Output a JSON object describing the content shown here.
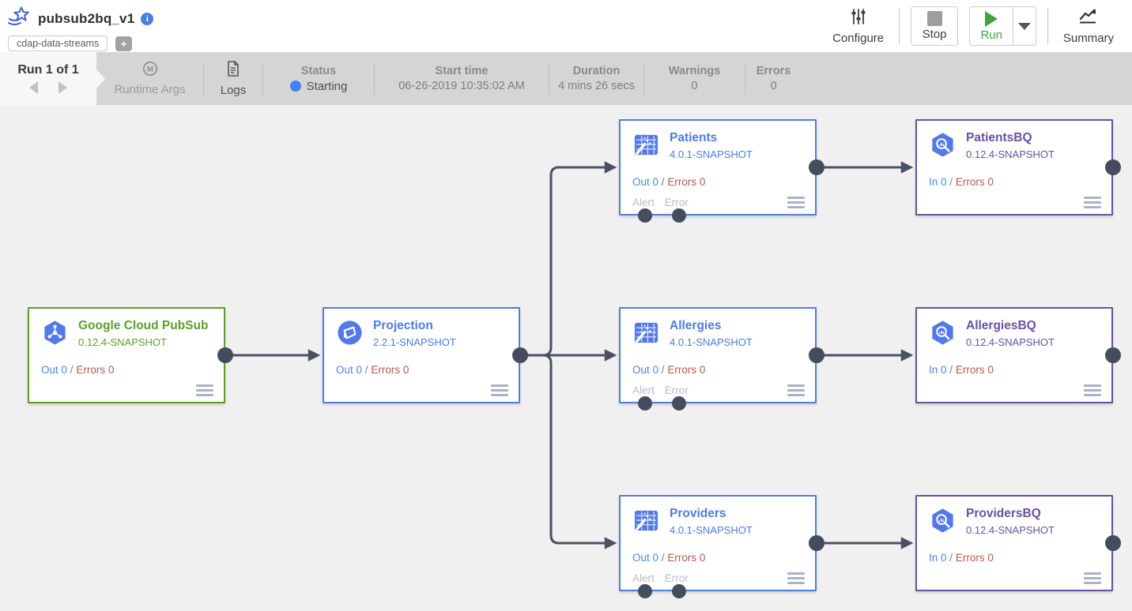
{
  "header": {
    "title": "pubsub2bq_v1",
    "tag": "cdap-data-streams",
    "add_tag": "+",
    "configure_label": "Configure",
    "stop_label": "Stop",
    "run_label": "Run",
    "summary_label": "Summary"
  },
  "run_bar": {
    "run_counter": "Run 1 of 1",
    "runtime_args_label": "Runtime Args",
    "logs_label": "Logs",
    "status_label": "Status",
    "status_value": "Starting",
    "start_time_label": "Start time",
    "start_time_value": "06-26-2019 10:35:02 AM",
    "duration_label": "Duration",
    "duration_value": "4 mins 26 secs",
    "warnings_label": "Warnings",
    "warnings_value": "0",
    "errors_label": "Errors",
    "errors_value": "0"
  },
  "colors": {
    "source_green": "#5c9e2e",
    "transform_blue": "#4c7ce0",
    "sink_purple": "#6851a2",
    "metric_blue": "#4a86e8",
    "error_red": "#b9574f",
    "edge_dark": "#4a5163",
    "status_dot": "#4481f4",
    "run_green": "#43a047"
  },
  "nodes": [
    {
      "title": "Google Cloud PubSub",
      "version": "0.12.4-SNAPSHOT",
      "metric": "Out 0",
      "sep": "/",
      "errors": "Errors 0",
      "icon": "pubsub-icon"
    },
    {
      "title": "Projection",
      "version": "2.2.1-SNAPSHOT",
      "metric": "Out 0",
      "sep": "/",
      "errors": "Errors 0",
      "icon": "projection-icon"
    },
    {
      "title": "Patients",
      "version": "4.0.1-SNAPSHOT",
      "metric": "Out 0",
      "sep": "/",
      "errors": "Errors 0",
      "alert": "Alert",
      "error_port": "Error",
      "icon": "wrangler-icon"
    },
    {
      "title": "Allergies",
      "version": "4.0.1-SNAPSHOT",
      "metric": "Out 0",
      "sep": "/",
      "errors": "Errors 0",
      "alert": "Alert",
      "error_port": "Error",
      "icon": "wrangler-icon"
    },
    {
      "title": "Providers",
      "version": "4.0.1-SNAPSHOT",
      "metric": "Out 0",
      "sep": "/",
      "errors": "Errors 0",
      "alert": "Alert",
      "error_port": "Error",
      "icon": "wrangler-icon"
    },
    {
      "title": "PatientsBQ",
      "version": "0.12.4-SNAPSHOT",
      "metric": "In 0",
      "sep": "/",
      "errors": "Errors 0",
      "icon": "bigquery-icon"
    },
    {
      "title": "AllergiesBQ",
      "version": "0.12.4-SNAPSHOT",
      "metric": "In 0",
      "sep": "/",
      "errors": "Errors 0",
      "icon": "bigquery-icon"
    },
    {
      "title": "ProvidersBQ",
      "version": "0.12.4-SNAPSHOT",
      "metric": "In 0",
      "sep": "/",
      "errors": "Errors 0",
      "icon": "bigquery-icon"
    }
  ]
}
